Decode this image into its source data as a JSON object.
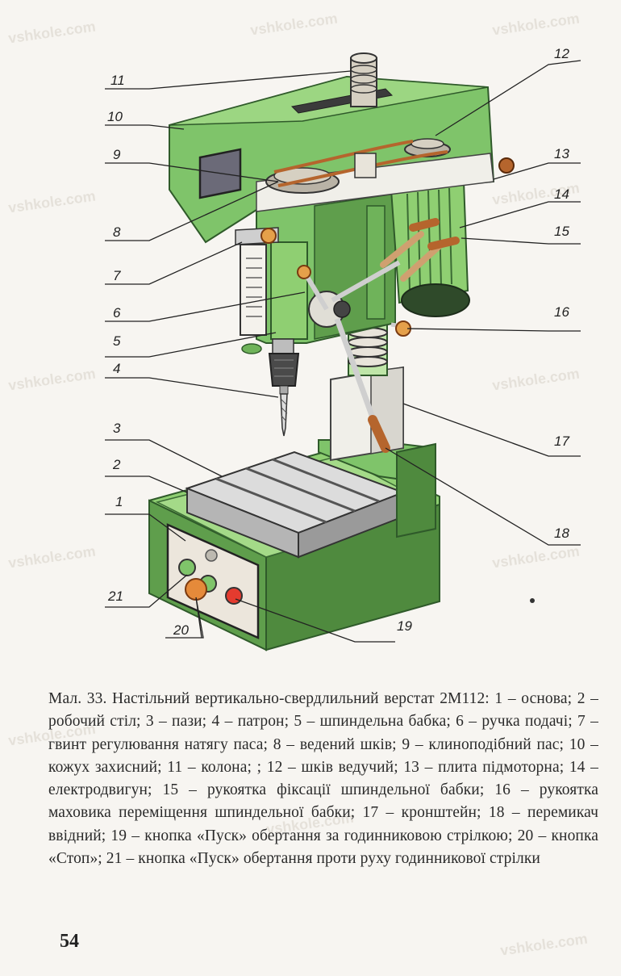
{
  "watermark": "vshkole.com",
  "callouts": {
    "1": "1",
    "2": "2",
    "3": "3",
    "4": "4",
    "5": "5",
    "6": "6",
    "7": "7",
    "8": "8",
    "9": "9",
    "10": "10",
    "11": "11",
    "12": "12",
    "13": "13",
    "14": "14",
    "15": "15",
    "16": "16",
    "17": "17",
    "18": "18",
    "19": "19",
    "20": "20",
    "21": "21"
  },
  "caption": "Мал. 33. Настільний вертикально-свердлильний верстат 2М112: 1 – основа; 2 – робочий стіл; 3 – пази; 4 – патрон; 5 – шпиндельна бабка; 6 – ручка подачі; 7 – гвинт регулювання натягу паса; 8 – ведений шків; 9 – клиноподібний пас; 10 – кожух захисний; 11 – колона; ; 12 – шків ведучий; 13 – плита підмоторна; 14 – електродвигун; 15 – рукоятка фіксації шпиндельної бабки; 16 – рукоятка маховика переміщення шпиндельної бабки; 17 – кронштейн; 18 – перемикач ввідний; 19 – кнопка «Пуск» обертання за годинниковою стрілкою; 20 – кнопка «Стоп»; 21 – кнопка «Пуск» обертання проти руху годинникової стрілки",
  "page_number": "54"
}
